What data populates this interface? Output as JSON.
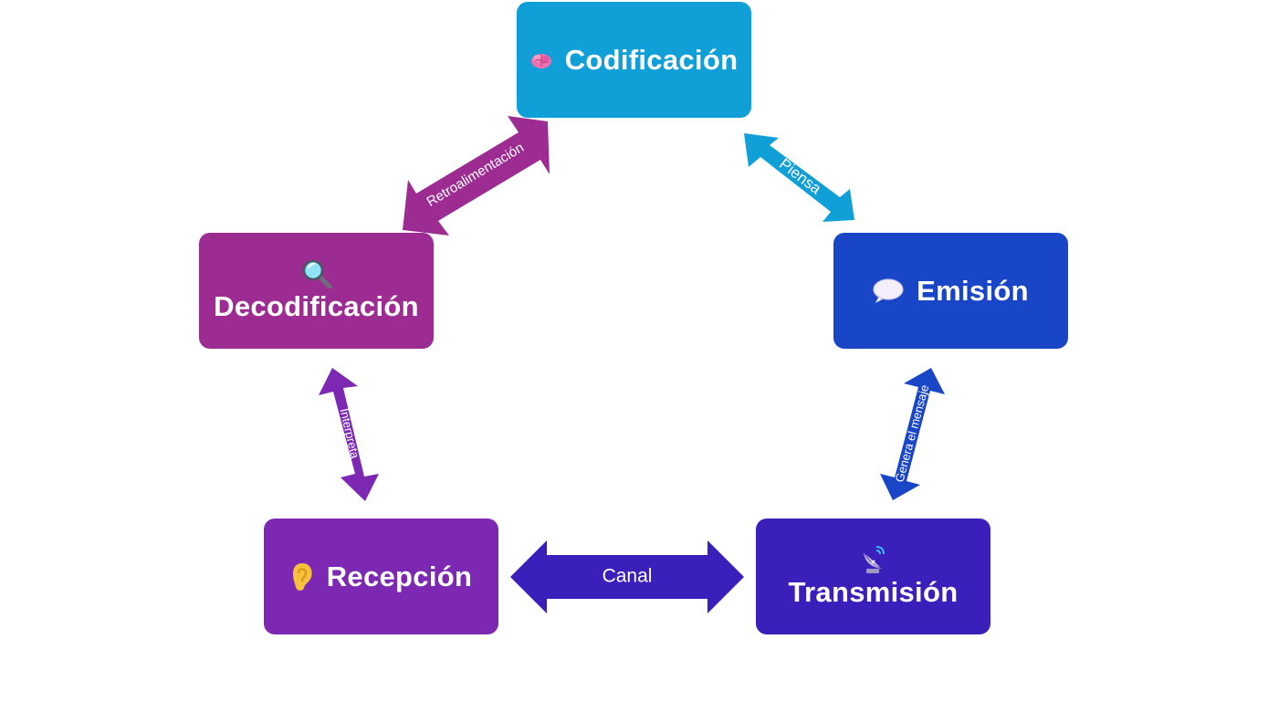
{
  "colors": {
    "codificacion": "#119FD8",
    "emision": "#1945C7",
    "transmision": "#3A1FBB",
    "recepcion": "#7C28B3",
    "decodificacion": "#9C2C91",
    "arrow_retroalimentacion": "#9C2C91",
    "arrow_piensa": "#119FD8",
    "arrow_genera": "#1945C7",
    "arrow_canal": "#3A1FBB",
    "arrow_interpreta": "#7C28B3"
  },
  "nodes": {
    "codificacion": {
      "label": "Codificación",
      "icon": "brain-icon"
    },
    "emision": {
      "label": "Emisión",
      "icon": "speech-bubble-icon"
    },
    "transmision": {
      "label": "Transmisión",
      "icon": "satellite-dish-icon"
    },
    "recepcion": {
      "label": "Recepción",
      "icon": "ear-icon"
    },
    "decodificacion": {
      "label": "Decodificación",
      "icon": "magnifying-glass-icon"
    }
  },
  "arrows": {
    "retroalimentacion": "Retroalimentación",
    "piensa": "Piensa",
    "genera": "Genera el mensaje",
    "canal": "Canal",
    "interpreta": "Interpreta"
  }
}
